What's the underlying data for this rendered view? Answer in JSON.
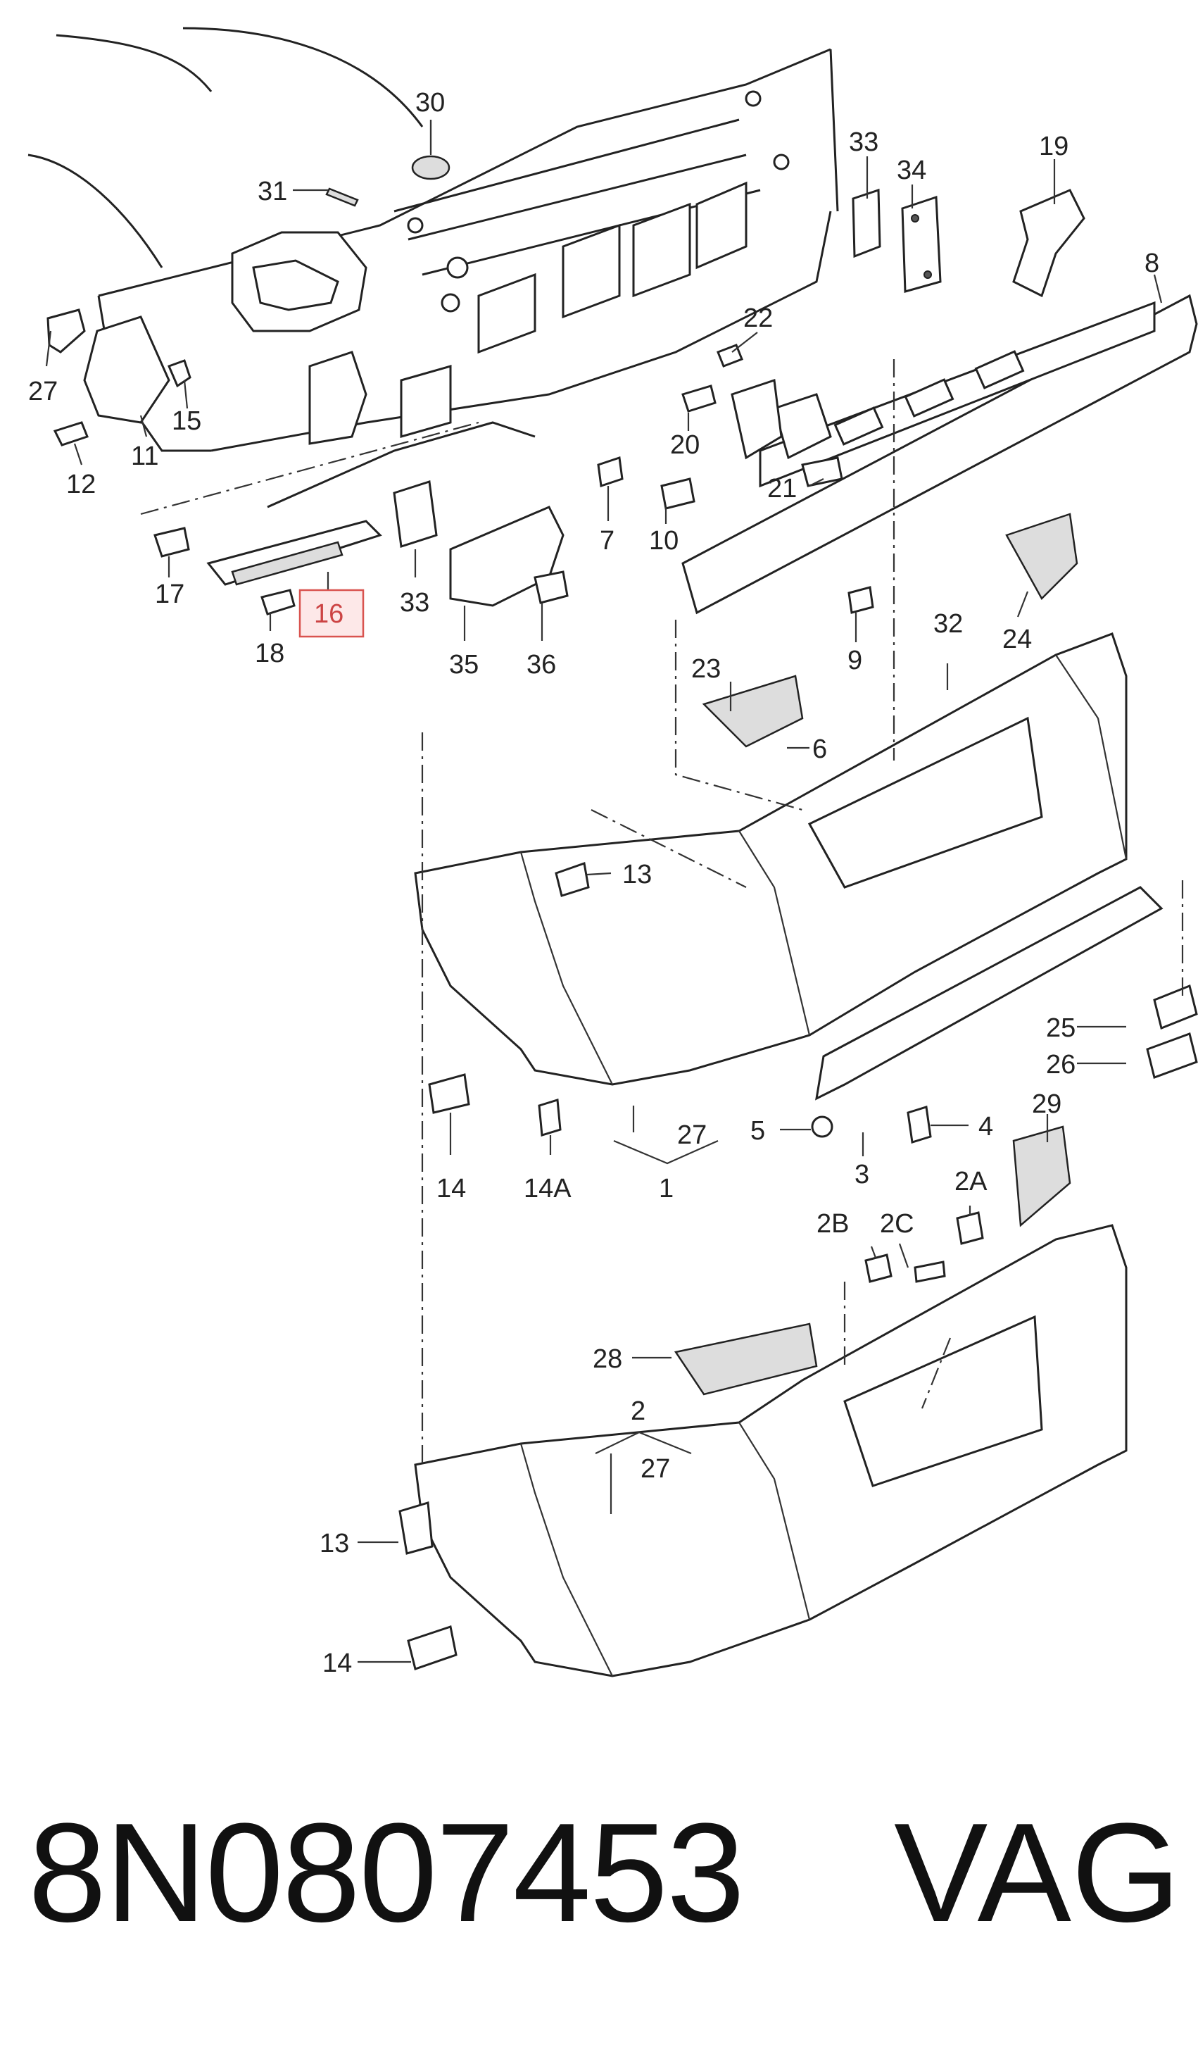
{
  "footer": {
    "part_number": "8N0807453",
    "brand": "VAG"
  },
  "highlight": {
    "callout": "16",
    "color": "#d9534f"
  },
  "callouts": {
    "c30": "30",
    "c31": "31",
    "c33a": "33",
    "c34": "34",
    "c19": "19",
    "c8": "8",
    "c27a": "27",
    "c15": "15",
    "c11": "11",
    "c12": "12",
    "c22": "22",
    "c20": "20",
    "c21": "21",
    "c17": "17",
    "c16": "16",
    "c18": "18",
    "c33b": "33",
    "c7": "7",
    "c10": "10",
    "c35": "35",
    "c36": "36",
    "c9": "9",
    "c24": "24",
    "c32": "32",
    "c23": "23",
    "c6": "6",
    "c13a": "13",
    "c25": "25",
    "c26": "26",
    "c5": "5",
    "c4": "4",
    "c27b": "27",
    "c1": "1",
    "c3": "3",
    "c14a": "14",
    "c14A": "14A",
    "c29": "29",
    "c2A": "2A",
    "c2B": "2B",
    "c2C": "2C",
    "c28": "28",
    "c2": "2",
    "c27c": "27",
    "c13b": "13",
    "c14b": "14"
  }
}
